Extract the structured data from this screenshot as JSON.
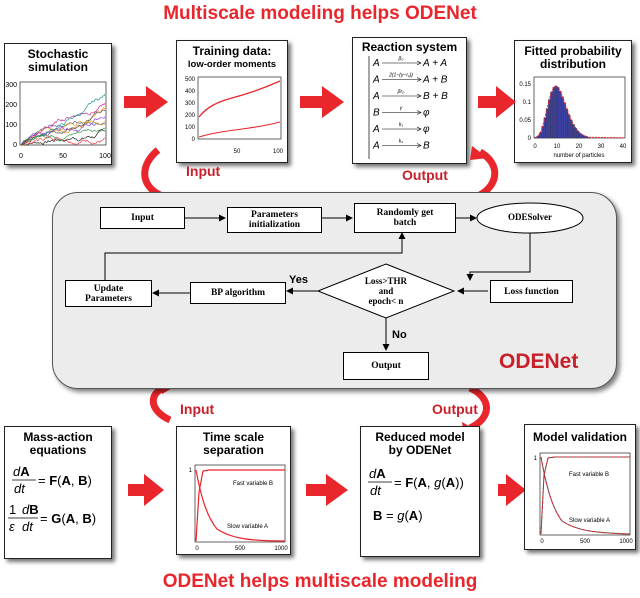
{
  "banners": {
    "top": "Multiscale modeling helps ODENet",
    "bottom": "ODENet helps multiscale modeling"
  },
  "top_row": {
    "stochastic": {
      "title_line1": "Stochastic",
      "title_line2": "simulation",
      "y_ticks": [
        "300",
        "200",
        "100",
        "0"
      ],
      "x_ticks": [
        "0",
        "50",
        "100"
      ]
    },
    "training": {
      "title_line1": "Training data:",
      "title_line2": "low-order moments",
      "y_ticks": [
        "500",
        "400",
        "300",
        "200",
        "100",
        "0"
      ],
      "x_ticks": [
        "50",
        "100"
      ]
    },
    "reaction": {
      "title": "Reaction system",
      "reactions": [
        {
          "lhs": "A",
          "rate": "β₀",
          "rhs": "A + A"
        },
        {
          "lhs": "A",
          "rate": "2(1−(γ−r₁))",
          "rhs": "A + B"
        },
        {
          "lhs": "A",
          "rate": "βr₀",
          "rhs": "B + B"
        },
        {
          "lhs": "B",
          "rate": "γ",
          "rhs": "φ"
        },
        {
          "lhs": "A",
          "rate": "k₁",
          "rhs": "φ"
        },
        {
          "lhs": "A",
          "rate": "k₂",
          "rhs": "B"
        }
      ]
    },
    "fitted": {
      "title_line1": "Fitted probability",
      "title_line2": "distribution",
      "y_ticks": [
        "0.15",
        "0.1",
        "0.05",
        "0"
      ],
      "x_ticks": [
        "0",
        "10",
        "20",
        "30",
        "40"
      ],
      "xlabel": "number of particles",
      "bars": [
        0.002,
        0.006,
        0.015,
        0.032,
        0.055,
        0.08,
        0.105,
        0.125,
        0.138,
        0.142,
        0.138,
        0.128,
        0.113,
        0.096,
        0.079,
        0.063,
        0.049,
        0.037,
        0.027,
        0.019,
        0.013,
        0.009,
        0.006,
        0.004,
        0.002
      ]
    }
  },
  "connector_labels": {
    "input_top": "Input",
    "output_top": "Output",
    "input_bottom": "Input",
    "output_bottom": "Output"
  },
  "flowchart": {
    "title": "ODENet",
    "input": "Input",
    "params_line1": "Parameters",
    "params_line2": "initialization",
    "batch_line1": "Randomly get",
    "batch_line2": "batch",
    "odesolver": "ODESolver",
    "loss": "Loss function",
    "decision_line1": "Loss>THR",
    "decision_line2": "and",
    "decision_line3": "epoch< n",
    "yes": "Yes",
    "no": "No",
    "bp": "BP algorithm",
    "update_line1": "Update",
    "update_line2": "Parameters",
    "output": "Output"
  },
  "bottom_row": {
    "mass_action": {
      "title_line1": "Mass-action",
      "title_line2": "equations"
    },
    "timescale": {
      "title_line1": "Time scale",
      "title_line2": "separation",
      "fast_label": "Fast variable B",
      "slow_label": "Slow variable A",
      "y_tick_top": "1",
      "x_ticks": [
        "0",
        "500",
        "1000"
      ]
    },
    "reduced": {
      "title_line1": "Reduced model",
      "title_line2": "by ODENet"
    },
    "validation": {
      "title": "Model validation",
      "fast_label": "Fast variable B",
      "slow_label": "Slow variable A",
      "y_tick_top": "1",
      "x_ticks": [
        "0",
        "500",
        "1000"
      ]
    }
  },
  "colors": {
    "banner": "#e8262c",
    "arrow": "#e8262c",
    "label": "#c8202a",
    "bar": "#3b3fa0",
    "fit": "#e8262c"
  }
}
